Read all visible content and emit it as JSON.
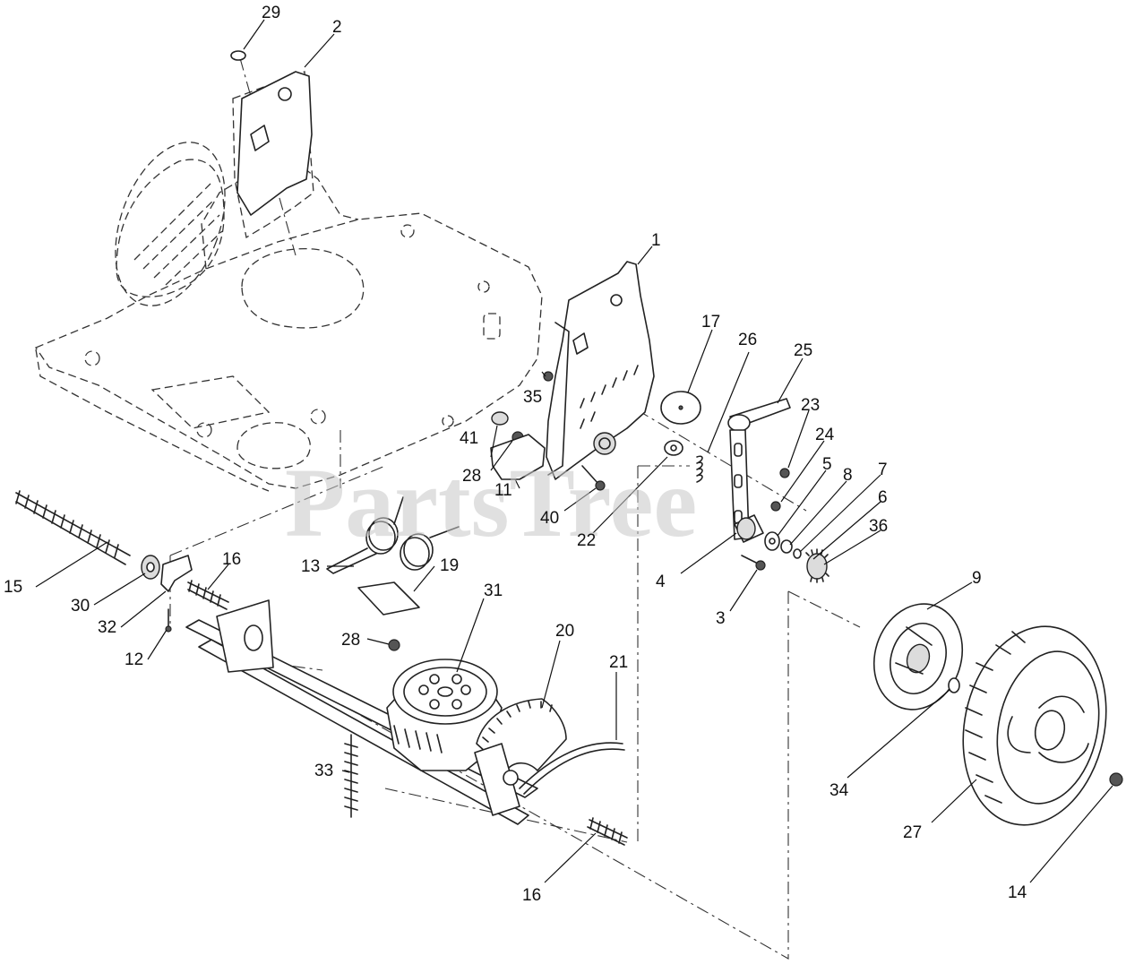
{
  "watermark": "PartsTree",
  "callouts": {
    "c1": "1",
    "c2": "2",
    "c3": "3",
    "c4": "4",
    "c5": "5",
    "c6": "6",
    "c7": "7",
    "c8": "8",
    "c9": "9",
    "c11": "11",
    "c12": "12",
    "c13": "13",
    "c14": "14",
    "c15": "15",
    "c16a": "16",
    "c16b": "16",
    "c17": "17",
    "c19": "19",
    "c20": "20",
    "c21": "21",
    "c22": "22",
    "c23": "23",
    "c24": "24",
    "c25": "25",
    "c26": "26",
    "c27": "27",
    "c28a": "28",
    "c28b": "28",
    "c29": "29",
    "c30": "30",
    "c31": "31",
    "c32": "32",
    "c33": "33",
    "c34": "34",
    "c35": "35",
    "c36": "36",
    "c40": "40",
    "c41": "41"
  },
  "colors": {
    "line": "#222222",
    "watermark": "#c8c8c8",
    "background": "#ffffff"
  }
}
